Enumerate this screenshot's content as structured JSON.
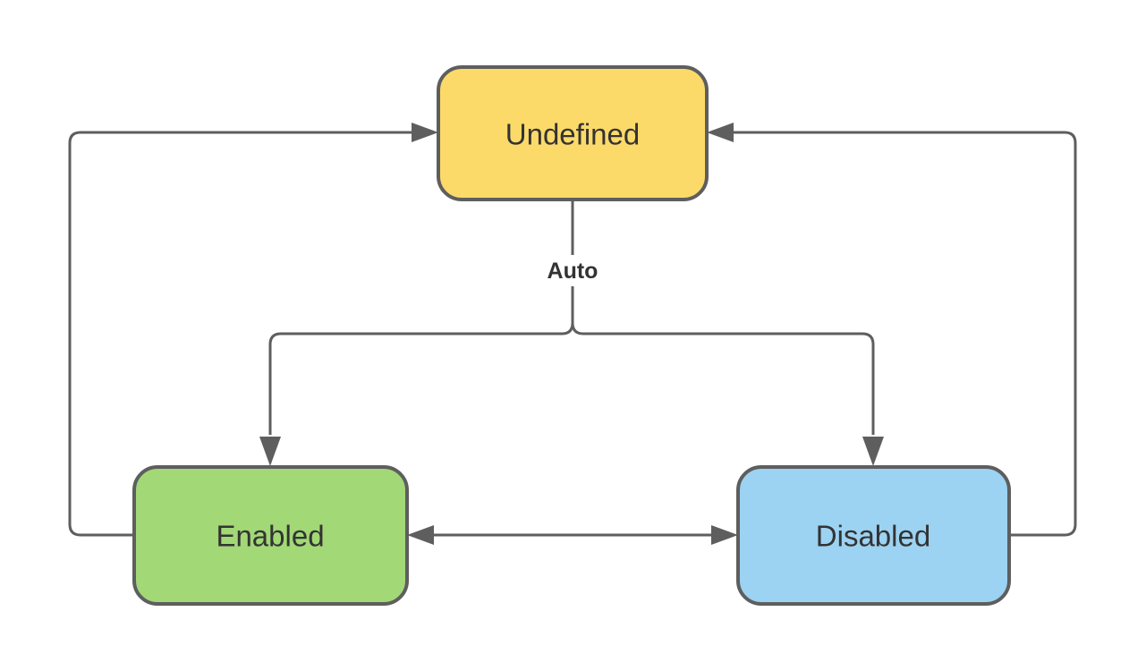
{
  "diagram": {
    "type": "state-diagram",
    "nodes": {
      "undefined": {
        "label": "Undefined",
        "fill": "#FCDA69"
      },
      "enabled": {
        "label": "Enabled",
        "fill": "#A2D876"
      },
      "disabled": {
        "label": "Disabled",
        "fill": "#9CD2F2"
      }
    },
    "edges": {
      "auto_label": "Auto",
      "list": [
        {
          "from": "Undefined",
          "to": "Enabled",
          "label": "Auto"
        },
        {
          "from": "Undefined",
          "to": "Disabled",
          "label": "Auto"
        },
        {
          "from": "Enabled",
          "to": "Disabled",
          "label": ""
        },
        {
          "from": "Disabled",
          "to": "Enabled",
          "label": ""
        },
        {
          "from": "Enabled",
          "to": "Undefined",
          "label": ""
        },
        {
          "from": "Disabled",
          "to": "Undefined",
          "label": ""
        }
      ]
    },
    "colors": {
      "background": "#FFFFFF",
      "stroke": "#5E5E5E",
      "text": "#333333"
    }
  }
}
